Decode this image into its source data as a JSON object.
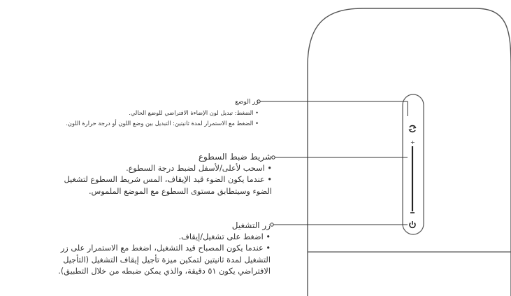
{
  "callouts": {
    "mode": {
      "title": "زر الوضع",
      "bullets": [
        "الضغط: تبديل لون الإضاءة الافتراضي للوضع الحالي.",
        "الضغط مع الاستمرار لمدة ثانيتين: التبديل بين وضع اللون أو درجة حرارة اللون."
      ]
    },
    "brightness": {
      "title": "شريط ضبط السطوع",
      "bullets": [
        "اسحب لأعلى/لأسفل لضبط درجة السطوع.",
        "عندما يكون الضوء قيد الإيقاف، المس شريط السطوع لتشغيل",
        "الضوء وسيتطابق مستوى السطوع مع الموضع الملموس."
      ]
    },
    "power": {
      "title": "زر التشغيل",
      "bullets": [
        "اضغط على تشغيل/إيقاف.",
        "عندما يكون المصباح قيد التشغيل، اضغط مع الاستمرار على زر",
        "التشغيل لمدة ثانيتين لتمكين ميزة تأجيل إيقاف التشغيل (التأجيل",
        "الافتراضي يكون ٥١ دقيقة، والذي يمكن ضبطه من خلال التطبيق)."
      ]
    }
  },
  "device": {
    "icons": [
      "mode-cycle-icon",
      "power-icon"
    ],
    "plus_label": "+",
    "minus_label": "−"
  }
}
